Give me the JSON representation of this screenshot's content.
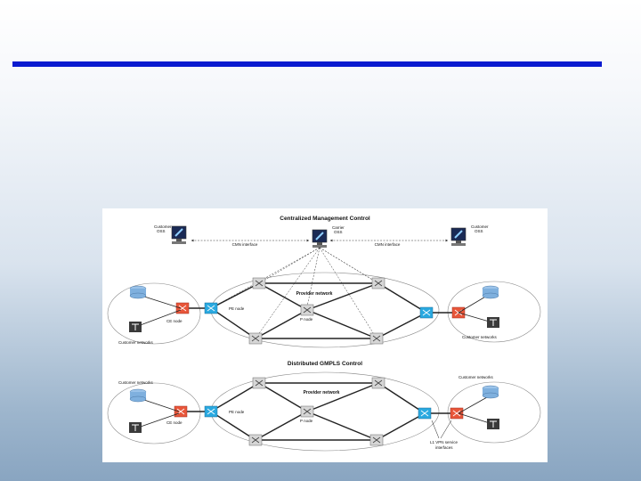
{
  "slide": {
    "rule_color": "#0a1bd0"
  },
  "diagram": {
    "top": {
      "title": "Centralized Management Control",
      "customer_oss_left_line1": "Customer",
      "customer_oss_left_line2": "OSS",
      "carrier_oss_line1": "Carrier",
      "carrier_oss_line2": "OSS",
      "customer_oss_right_line1": "Customer",
      "customer_oss_right_line2": "OSS",
      "cmn_interface_left": "CMN interface",
      "cmn_interface_right": "CMN interface",
      "provider_network": "Provider network",
      "ce_node": "CE node",
      "pe_node": "PE node",
      "p_node": "P node",
      "customer_networks_left": "Customer networks",
      "customer_networks_right": "Customer networks"
    },
    "bottom": {
      "title": "Distributed GMPLS Control",
      "customer_networks_left": "Customer networks",
      "customer_networks_right": "Customer networks",
      "provider_network": "Provider network",
      "ce_node": "CE node",
      "pe_node": "PE node",
      "p_node": "P node",
      "l1vpn_line1": "L1 VPN service",
      "l1vpn_line2": "interfaces"
    },
    "colors": {
      "ce_node": "#e8563a",
      "pe_node": "#2aa9e0",
      "p_node": "#d6d6d6",
      "router_db": "#7fb0de",
      "terminal": "#3a3a3a"
    }
  }
}
